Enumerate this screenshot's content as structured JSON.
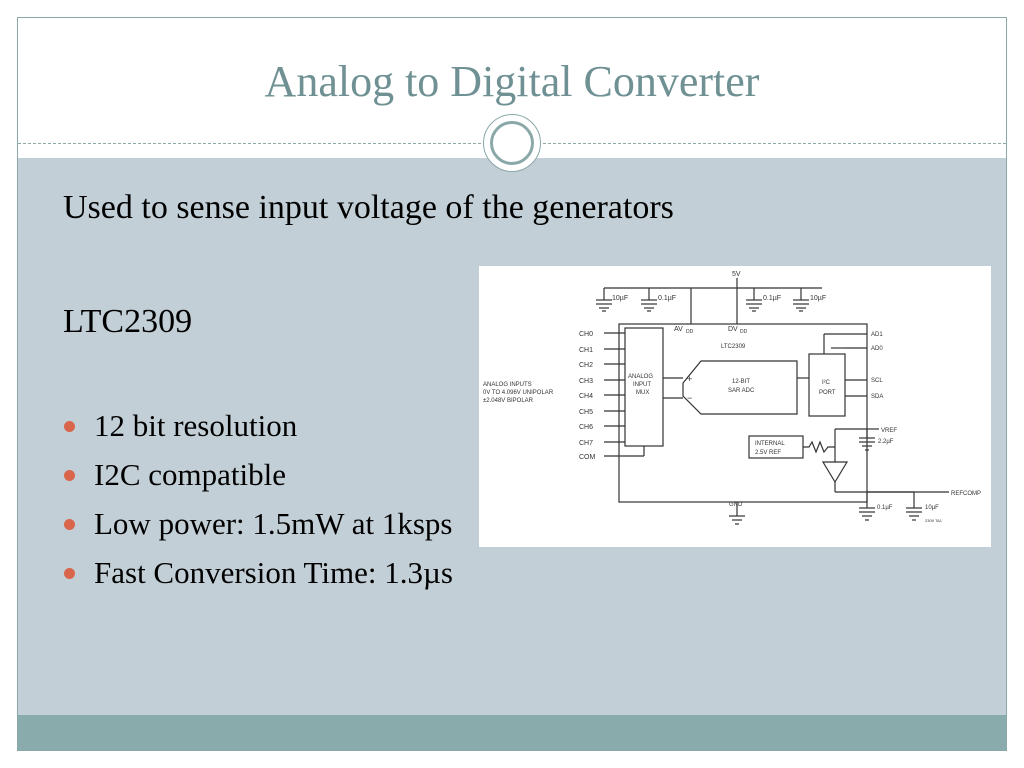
{
  "slide": {
    "title": "Analog to Digital Converter",
    "intro": "Used to sense input voltage of the generators",
    "part_number": "LTC2309",
    "bullets": [
      "12 bit resolution",
      "I2C compatible",
      "Low power: 1.5mW at 1ksps",
      "Fast Conversion Time: 1.3µs"
    ]
  },
  "schematic": {
    "supply": "5V",
    "caps_top": [
      "10µF",
      "0.1µF",
      "0.1µF",
      "10µF"
    ],
    "av_dd": "AV",
    "dv_dd": "DV",
    "dd": "DD",
    "chip": "LTC2309",
    "channels": [
      "CH0",
      "CH1",
      "CH2",
      "CH3",
      "CH4",
      "CH5",
      "CH6",
      "CH7",
      "COM"
    ],
    "analog_inputs": [
      "ANALOG INPUTS",
      "0V TO 4.096V UNIPOLAR",
      "±2.048V BIPOLAR"
    ],
    "mux": [
      "ANALOG",
      "INPUT",
      "MUX"
    ],
    "adc": [
      "12-BIT",
      "SAR ADC"
    ],
    "i2c": [
      "I²C",
      "PORT"
    ],
    "pins": [
      "AD1",
      "AD0",
      "SCL",
      "SDA"
    ],
    "ref": [
      "INTERNAL",
      "2.5V REF"
    ],
    "vref": "VREF",
    "vref_cap": "2.2µF",
    "refcomp": "REFCOMP",
    "gnd": "GND",
    "caps_bottom": [
      "0.1µF",
      "10µF"
    ],
    "plus": "+",
    "minus": "−",
    "fig_code": "2309 TA1"
  },
  "colors": {
    "title": "#6f9193",
    "content_bg": "#c3cfd6",
    "footer": "#8aabab",
    "bullet": "#d9664b",
    "frame": "#8aa8a8"
  }
}
